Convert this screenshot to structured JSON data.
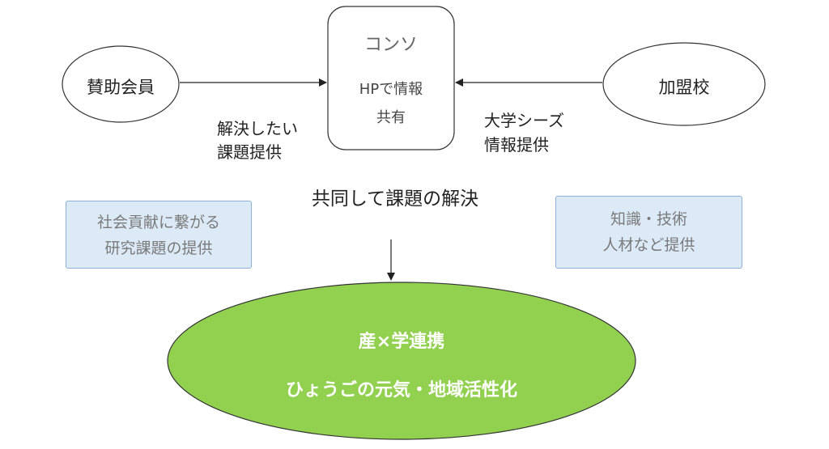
{
  "nodes": {
    "sponsor": "賛助会員",
    "consortium": "コンソ",
    "consortium_sub1": "HPで情報",
    "consortium_sub2": "共有",
    "member_school": "加盟校"
  },
  "edge_labels": {
    "left_line1": "解決したい",
    "left_line2": "課題提供",
    "right_line1": "大学シーズ",
    "right_line2": "情報提供",
    "center": "共同して課題の解決"
  },
  "side_boxes": {
    "left_line1": "社会貢献に繋がる",
    "left_line2": "研究課題の提供",
    "right_line1": "知識・技術",
    "right_line2": "人材など提供"
  },
  "result": {
    "line1": "産×学連携",
    "line2": "ひょうごの元気・地域活性化"
  },
  "colors": {
    "result_fill": "#92d050",
    "side_box_fill": "#dce9f7",
    "stroke": "#333333"
  }
}
